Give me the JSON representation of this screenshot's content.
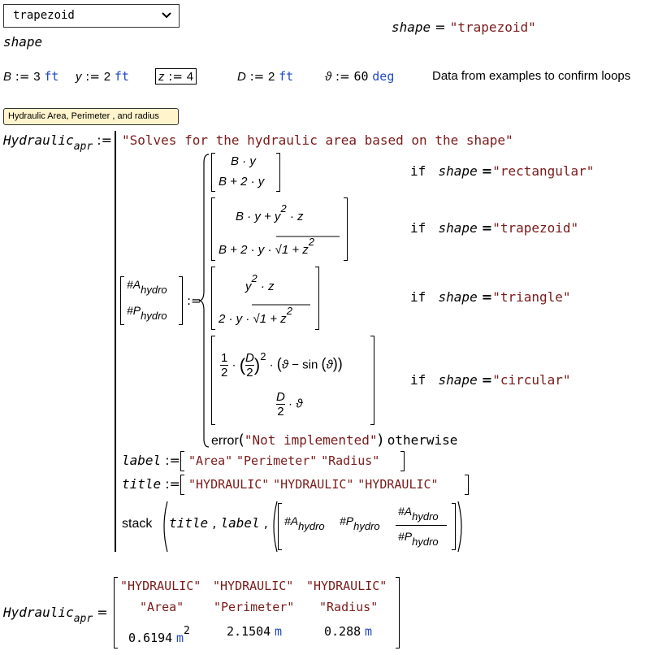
{
  "shape_selector": {
    "value": "trapezoid",
    "label": "shape"
  },
  "shape_result": {
    "lhs": "shape",
    "op": "=",
    "value": "\"trapezoid\""
  },
  "defs": {
    "B": {
      "name": "B",
      "op": ":=",
      "num": "3",
      "unit": "ft"
    },
    "y": {
      "name": "y",
      "op": ":=",
      "num": "2",
      "unit": "ft"
    },
    "z": {
      "name": "z",
      "op": ":=",
      "num": "4"
    },
    "D": {
      "name": "D",
      "op": ":=",
      "num": "2",
      "unit": "ft"
    },
    "theta": {
      "name": "ϑ",
      "op": ":=",
      "num": "60",
      "unit": "deg"
    }
  },
  "note": "Data from examples to confirm loops",
  "region_badge": "Hydraulic Area, Perimeter , and radius",
  "program": {
    "name": "Hydraulic",
    "sub": "apr",
    "op": ":=",
    "comment": "\"Solves for the hydraulic area based on the shape\"",
    "out_a": "#A",
    "out_p": "#P",
    "out_sub": "hydro",
    "cases": [
      {
        "cond_kw": "if",
        "cond_var": "shape",
        "cond_eq": "=",
        "cond_val": "\"rectangular\""
      },
      {
        "cond_kw": "if",
        "cond_var": "shape",
        "cond_eq": "=",
        "cond_val": "\"trapezoid\""
      },
      {
        "cond_kw": "if",
        "cond_var": "shape",
        "cond_eq": "=",
        "cond_val": "\"triangle\""
      },
      {
        "cond_kw": "if",
        "cond_var": "shape",
        "cond_eq": "=",
        "cond_val": "\"circular\""
      }
    ],
    "error_fn": "error",
    "error_msg": "\"Not implemented\"",
    "otherwise": "otherwise",
    "label_name": "label",
    "title_name": "title",
    "labels": [
      "\"Area\"",
      "\"Perimeter\"",
      "\"Radius\""
    ],
    "titles": [
      "\"HYDRAULIC\"",
      "\"HYDRAULIC\"",
      "\"HYDRAULIC\""
    ],
    "stack_fn": "stack"
  },
  "result": {
    "name": "Hydraulic",
    "sub": "apr",
    "op": "=",
    "titles": [
      "\"HYDRAULIC\"",
      "\"HYDRAULIC\"",
      "\"HYDRAULIC\""
    ],
    "labels": [
      "\"Area\"",
      "\"Perimeter\"",
      "\"Radius\""
    ],
    "values": [
      {
        "num": "0.6194",
        "unit": "m",
        "exp": "2"
      },
      {
        "num": "2.1504",
        "unit": "m"
      },
      {
        "num": "0.288",
        "unit": "m"
      }
    ]
  }
}
